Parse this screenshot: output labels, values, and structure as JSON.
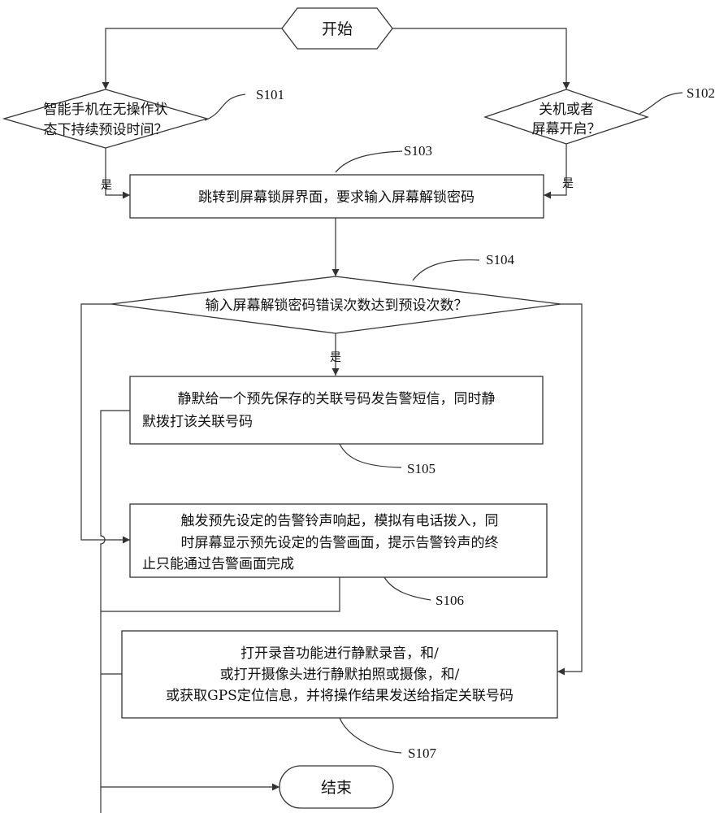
{
  "start": "开始",
  "end": "结束",
  "s101": {
    "label": "S101",
    "lines": [
      "智能手机在无操作状",
      "态下持续预设时间？"
    ]
  },
  "s102": {
    "label": "S102",
    "lines": [
      "关机或者",
      "屏幕开启？"
    ]
  },
  "s103": {
    "label": "S103",
    "lines": [
      "跳转到屏幕锁屏界面，要求输入屏幕解锁密码"
    ]
  },
  "s104": {
    "label": "S104",
    "lines": [
      "输入屏幕解锁密码错误次数达到预设次数？"
    ]
  },
  "s105": {
    "label": "S105",
    "lines": [
      "静默给一个预先保存的关联号码发告警短信，同时静",
      "默拨打该关联号码"
    ]
  },
  "s106": {
    "label": "S106",
    "lines": [
      "触发预先设定的告警铃声响起，模拟有电话拨入，同",
      "时屏幕显示预先设定的告警画面，提示告警铃声的终",
      "止只能通过告警画面完成"
    ]
  },
  "s107": {
    "label": "S107",
    "lines": [
      "打开录音功能进行静默录音，和/",
      "或打开摄像头进行静默拍照或摄像，和/",
      "或获取GPS定位信息，并将操作结果发送给指定关联号码"
    ]
  },
  "yes_label": "是",
  "colors": {
    "line": "#333333",
    "text": "#111111",
    "background": "#ffffff"
  }
}
